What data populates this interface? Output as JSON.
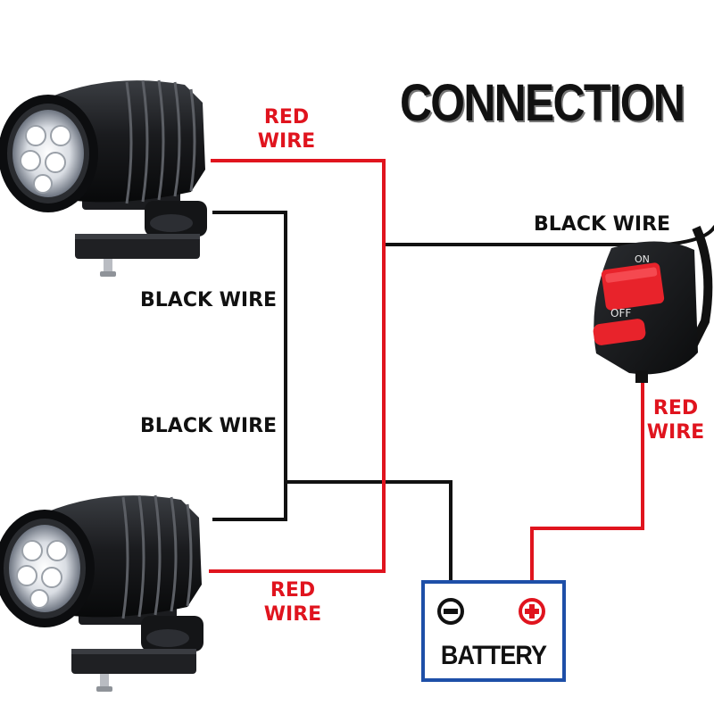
{
  "title": "CONNECTION",
  "labels": {
    "red_wire_top": [
      "RED",
      "WIRE"
    ],
    "red_wire_bottom": [
      "RED",
      "WIRE"
    ],
    "red_wire_switch": [
      "RED",
      "WIRE"
    ],
    "black_wire_left_top": "BLACK WIRE",
    "black_wire_left_bottom": "BLACK WIRE",
    "black_wire_switch": "BLACK WIRE"
  },
  "battery": {
    "label": "BATTERY",
    "negative_symbol": "minus-icon",
    "positive_symbol": "plus-icon"
  },
  "switch": {
    "on_label": "ON",
    "off_label": "OFF"
  },
  "colors": {
    "red_wire": "#e0141e",
    "black_wire": "#111111",
    "battery_border": "#1e4fa8",
    "battery_plus": "#e0141e"
  }
}
